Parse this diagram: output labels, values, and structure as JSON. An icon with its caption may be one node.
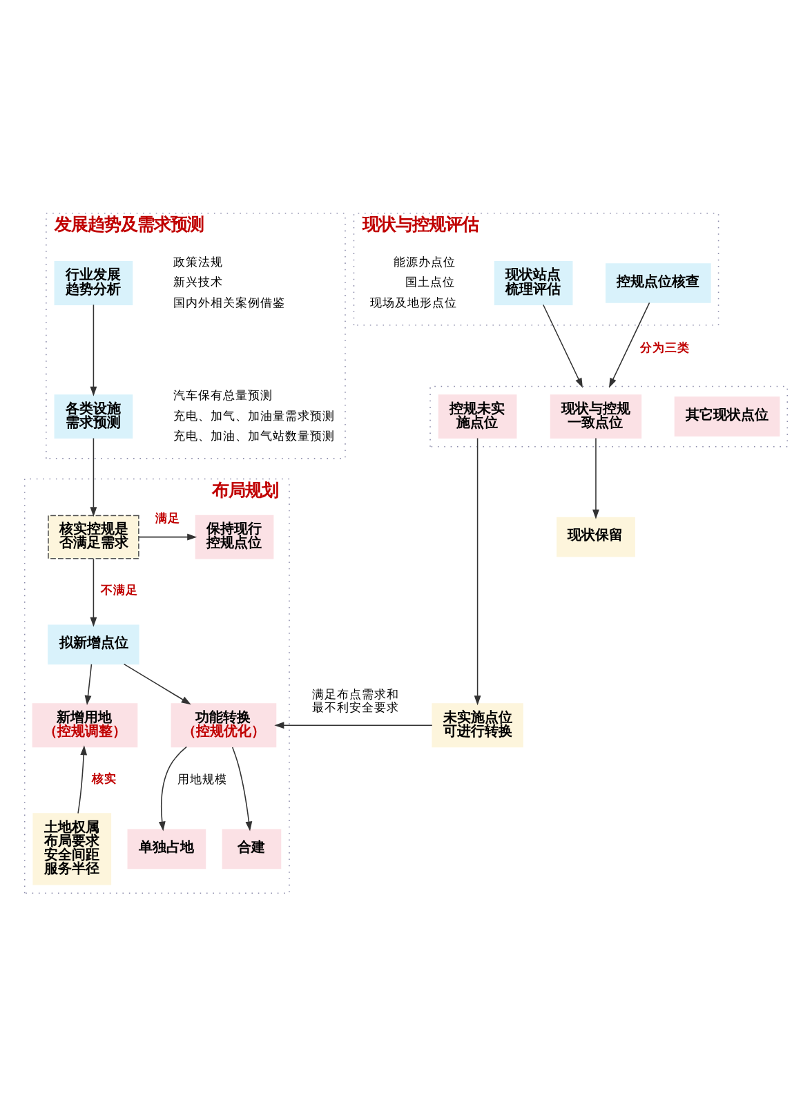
{
  "diagram": {
    "nodes": [
      {
        "text": [
          "发展趋势及需求预测"
        ]
      },
      {
        "text": [
          "行业发展趋势分析"
        ],
        "in": 0,
        "beside": [
          "政策法规",
          "新兴技术",
          "国内外相关案例借鉴"
        ]
      },
      {
        "text": [
          "各类设施需求预测"
        ],
        "in": 0,
        "beside": [
          "汽车保有总量预测",
          "充电、加气、加油量需求预测",
          "充电、加油、加气站数量预测"
        ]
      },
      {
        "text": [
          "现状与控规评估"
        ]
      },
      {
        "text": [
          "现状站点梳理评估"
        ],
        "in": 3,
        "beside": [
          "能源办点位",
          "国土点位",
          "现场及地形点位"
        ]
      },
      {
        "text": [
          "控规点位核查"
        ],
        "in": 3
      },
      {
        "text": [],
        "shape": "box"
      },
      {
        "text": [
          "控规未实施点位"
        ],
        "in": 6
      },
      {
        "text": [
          "现状与控规一致点位"
        ],
        "in": 6
      },
      {
        "text": [
          "其它现状点位"
        ],
        "in": 6
      },
      {
        "text": [
          "现状保留"
        ]
      },
      {
        "text": [
          "未实施点位可进行转换"
        ]
      },
      {
        "text": [
          "布局规划"
        ]
      },
      {
        "text": [
          "核实控规是否满足需求"
        ],
        "in": 12
      },
      {
        "text": [
          "保持现行控规点位"
        ],
        "in": 12
      },
      {
        "text": [
          "拟新增点位"
        ],
        "in": 12
      },
      {
        "text": [
          "新增用地",
          "（控规调整）"
        ],
        "in": 12
      },
      {
        "text": [
          "功能转换",
          "（控规优化）"
        ],
        "in": 12
      },
      {
        "text": [
          "土地权属",
          "布局要求",
          "安全间距",
          "服务半径"
        ],
        "in": 12
      },
      {
        "text": [
          "单独占地"
        ],
        "in": 12
      },
      {
        "text": [
          "合建"
        ],
        "in": 12
      }
    ],
    "edges": [
      {
        "from": 1,
        "to": 2,
        "arrow": "to"
      },
      {
        "from": 2,
        "to": 13,
        "arrow": "to"
      },
      {
        "from": 4,
        "to": 6,
        "arrow": "to"
      },
      {
        "from": 5,
        "to": 6,
        "arrow": "to",
        "label": "分为三类"
      },
      {
        "from": 8,
        "to": 10,
        "arrow": "to"
      },
      {
        "from": 7,
        "to": 11,
        "arrow": "to"
      },
      {
        "from": 11,
        "to": 17,
        "arrow": "to",
        "label": "满足布点需求和最不利安全要求"
      },
      {
        "from": 13,
        "to": 14,
        "arrow": "to",
        "label": "满足"
      },
      {
        "from": 13,
        "to": 15,
        "arrow": "to",
        "label": "不满足"
      },
      {
        "from": 15,
        "to": 16,
        "arrow": "to"
      },
      {
        "from": 15,
        "to": 17,
        "arrow": "to"
      },
      {
        "from": 18,
        "to": 16,
        "arrow": "to",
        "label": "核实"
      },
      {
        "from": 17,
        "to": 19,
        "arrow": "to",
        "label": "用地规模"
      },
      {
        "from": 17,
        "to": 20,
        "arrow": "to"
      }
    ]
  }
}
